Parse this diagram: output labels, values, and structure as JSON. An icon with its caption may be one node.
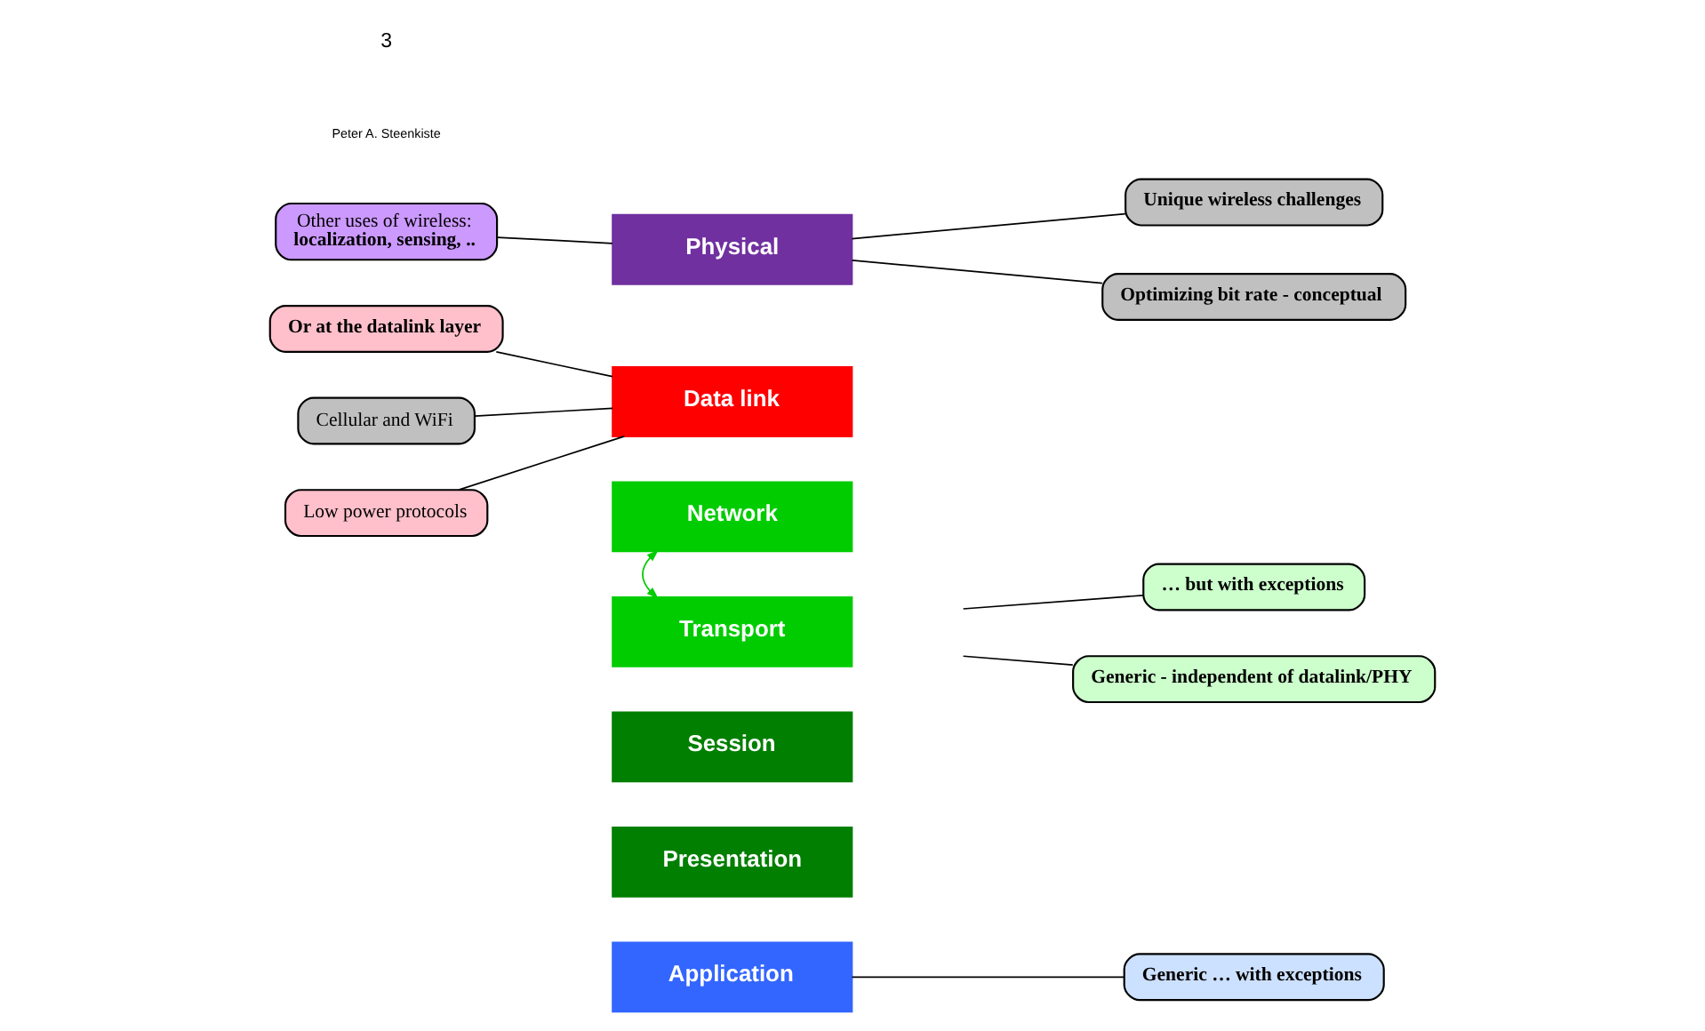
{
  "diagram": {
    "nodes": [
      {
        "text": [
          "Application"
        ]
      },
      {
        "text": [
          "Presentation"
        ]
      },
      {
        "text": [
          "Session"
        ]
      },
      {
        "text": [
          "Transport"
        ]
      },
      {
        "text": [
          "Network"
        ]
      },
      {
        "text": [
          "Data link"
        ]
      },
      {
        "text": [
          "Physical"
        ]
      },
      {
        "text": [
          "Other uses of wireless:",
          "localization, sensing, .."
        ]
      },
      {
        "text": [
          "Or at the datalink layer"
        ]
      },
      {
        "text": [
          "Cellular and WiFi"
        ]
      },
      {
        "text": [
          "Low power protocols"
        ]
      },
      {
        "text": [
          "Generic … with exceptions"
        ]
      },
      {
        "text": [
          "Generic - independent of datalink/PHY"
        ]
      },
      {
        "text": [
          "… but with exceptions"
        ]
      },
      {
        "text": [
          "Optimizing bit rate - conceptual"
        ]
      },
      {
        "text": [
          "Unique wireless challenges"
        ]
      }
    ],
    "edges": [
      {
        "from": 7,
        "to": 6,
        "arrow": "none"
      },
      {
        "from": 8,
        "to": 5,
        "arrow": "none"
      },
      {
        "from": 9,
        "to": 5,
        "arrow": "none"
      },
      {
        "from": 10,
        "to": 5,
        "arrow": "none"
      },
      {
        "from": 0,
        "to": 11,
        "arrow": "none"
      },
      {
        "from": 3,
        "to": 4,
        "arrow": "both",
        "color": "#00cc00"
      },
      {
        "from": null,
        "to": 12,
        "arrow": "none"
      },
      {
        "from": null,
        "to": 13,
        "arrow": "none"
      },
      {
        "from": 6,
        "to": 14,
        "arrow": "none"
      },
      {
        "from": 6,
        "to": 15,
        "arrow": "none"
      }
    ],
    "labels": [
      "Peter A. Steenkiste",
      "3"
    ]
  }
}
